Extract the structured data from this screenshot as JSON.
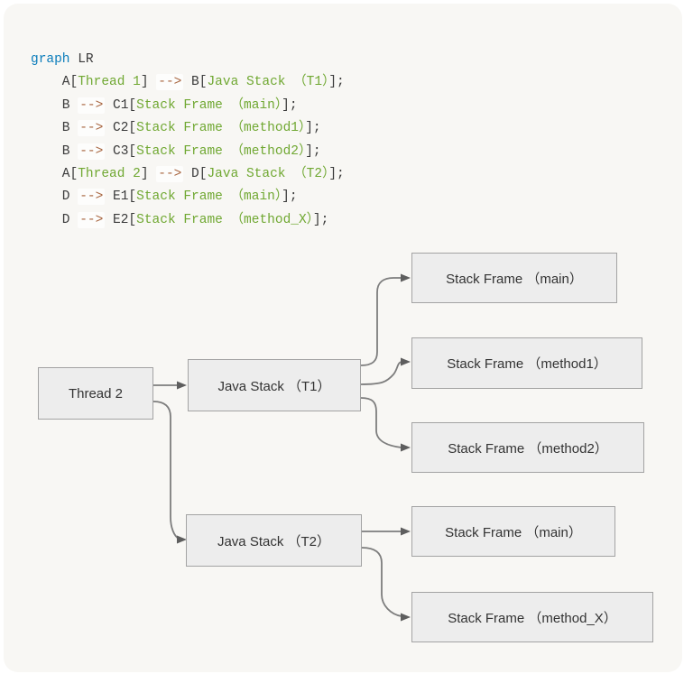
{
  "colors": {
    "panel_background": "#f8f7f4",
    "code_keyword": "#0c7dbb",
    "code_string": "#70a832",
    "code_operator": "#a8653f",
    "code_plain": "#3a3a3a",
    "node_fill": "#ededed",
    "node_border": "#a3a3a3",
    "edge_stroke": "#7d7d7d"
  },
  "code": {
    "language": "mermaid",
    "lines": [
      [
        {
          "t": "kw",
          "s": "graph"
        },
        {
          "t": "pl",
          "s": " LR"
        }
      ],
      [
        {
          "t": "pl",
          "s": "    A["
        },
        {
          "t": "str",
          "s": "Thread 1"
        },
        {
          "t": "pl",
          "s": "] "
        },
        {
          "t": "op",
          "s": "-->"
        },
        {
          "t": "pl",
          "s": " B["
        },
        {
          "t": "str",
          "s": "Java Stack （T1）"
        },
        {
          "t": "pl",
          "s": "];"
        }
      ],
      [
        {
          "t": "pl",
          "s": "    B "
        },
        {
          "t": "op",
          "s": "-->"
        },
        {
          "t": "pl",
          "s": " C1["
        },
        {
          "t": "str",
          "s": "Stack Frame （main）"
        },
        {
          "t": "pl",
          "s": "];"
        }
      ],
      [
        {
          "t": "pl",
          "s": "    B "
        },
        {
          "t": "op",
          "s": "-->"
        },
        {
          "t": "pl",
          "s": " C2["
        },
        {
          "t": "str",
          "s": "Stack Frame （method1）"
        },
        {
          "t": "pl",
          "s": "];"
        }
      ],
      [
        {
          "t": "pl",
          "s": "    B "
        },
        {
          "t": "op",
          "s": "-->"
        },
        {
          "t": "pl",
          "s": " C3["
        },
        {
          "t": "str",
          "s": "Stack Frame （method2）"
        },
        {
          "t": "pl",
          "s": "];"
        }
      ],
      [
        {
          "t": "pl",
          "s": "    A["
        },
        {
          "t": "str",
          "s": "Thread 2"
        },
        {
          "t": "pl",
          "s": "] "
        },
        {
          "t": "op",
          "s": "-->"
        },
        {
          "t": "pl",
          "s": " D["
        },
        {
          "t": "str",
          "s": "Java Stack （T2）"
        },
        {
          "t": "pl",
          "s": "];"
        }
      ],
      [
        {
          "t": "pl",
          "s": "    D "
        },
        {
          "t": "op",
          "s": "-->"
        },
        {
          "t": "pl",
          "s": " E1["
        },
        {
          "t": "str",
          "s": "Stack Frame （main）"
        },
        {
          "t": "pl",
          "s": "];"
        }
      ],
      [
        {
          "t": "pl",
          "s": "    D "
        },
        {
          "t": "op",
          "s": "-->"
        },
        {
          "t": "pl",
          "s": " E2["
        },
        {
          "t": "str",
          "s": "Stack Frame （method_X）"
        },
        {
          "t": "pl",
          "s": "];"
        }
      ]
    ]
  },
  "diagram": {
    "direction": "LR",
    "nodes": [
      {
        "id": "A",
        "label": "Thread 2"
      },
      {
        "id": "B",
        "label": "Java Stack （T1）"
      },
      {
        "id": "C1",
        "label": "Stack Frame （main）"
      },
      {
        "id": "C2",
        "label": "Stack Frame （method1）"
      },
      {
        "id": "C3",
        "label": "Stack Frame （method2）"
      },
      {
        "id": "D",
        "label": "Java Stack （T2）"
      },
      {
        "id": "E1",
        "label": "Stack Frame （main）"
      },
      {
        "id": "E2",
        "label": "Stack Frame （method_X）"
      }
    ],
    "edges": [
      {
        "from": "A",
        "to": "B"
      },
      {
        "from": "B",
        "to": "C1"
      },
      {
        "from": "B",
        "to": "C2"
      },
      {
        "from": "B",
        "to": "C3"
      },
      {
        "from": "A",
        "to": "D"
      },
      {
        "from": "D",
        "to": "E1"
      },
      {
        "from": "D",
        "to": "E2"
      }
    ]
  }
}
